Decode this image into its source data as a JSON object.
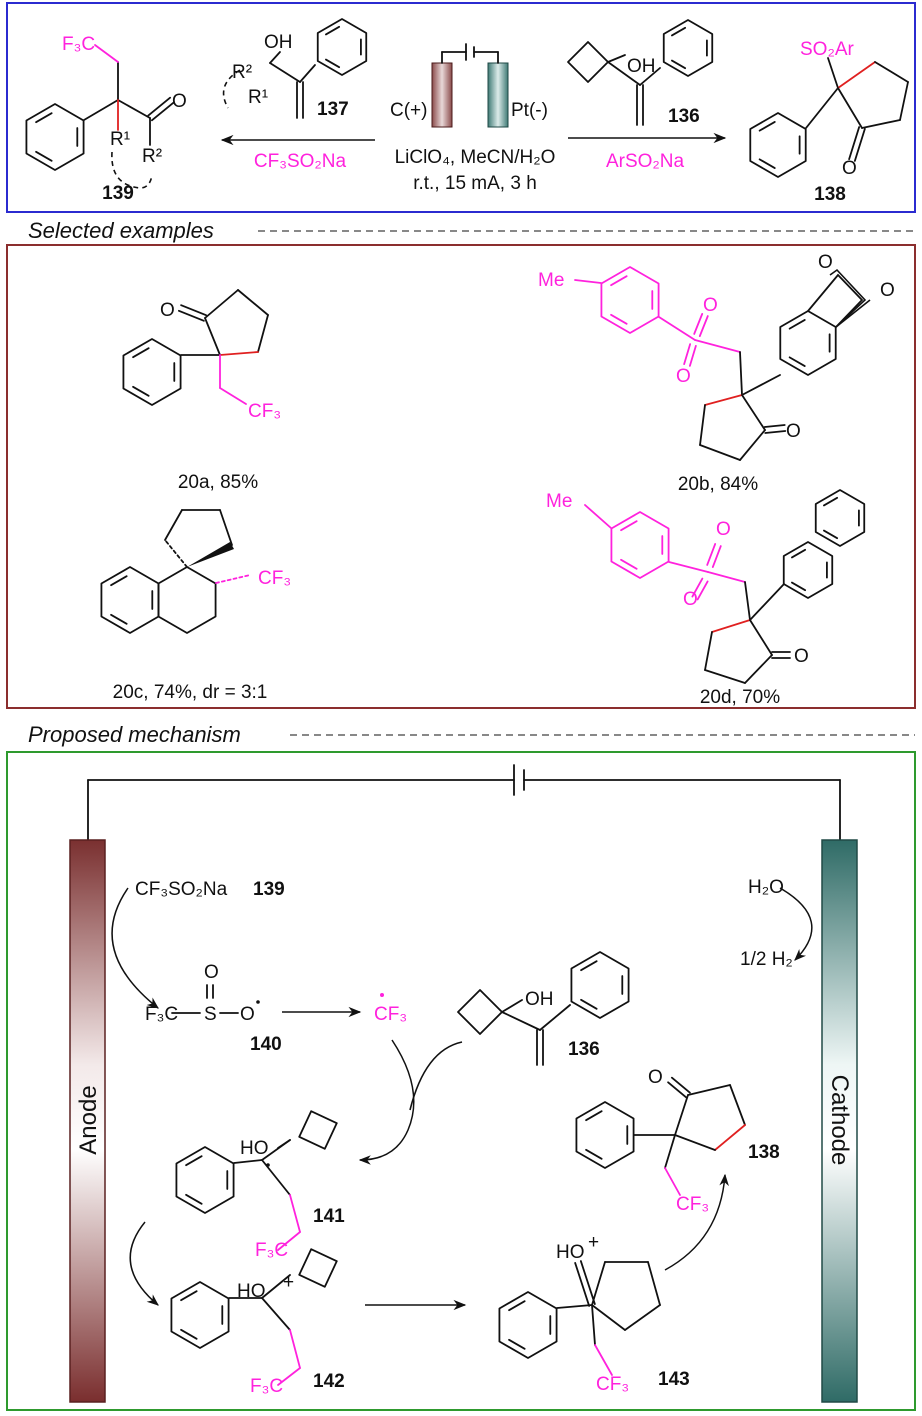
{
  "colors": {
    "scheme_border": "#2b2bd0",
    "examples_border": "#8b2e2e",
    "mechanism_border": "#2e9a2e",
    "cf3_pink": "#ff22dd",
    "red_bond": "#e02020",
    "anode": "#7a2e2e",
    "cathode": "#2e6e6a"
  },
  "scheme": {
    "product_left": {
      "label": "139",
      "cf3": "F₃C",
      "o": "O",
      "r1": "R¹",
      "r2": "R²"
    },
    "substrate_general": {
      "label": "137",
      "oh": "OH",
      "r1": "R¹",
      "r2": "R²"
    },
    "substrate_136": {
      "label": "136",
      "oh": "OH"
    },
    "product_right": {
      "label": "138",
      "so2ar": "SO₂Ar",
      "o": "O"
    },
    "anode_label": "C(+)",
    "cathode_label": "Pt(-)",
    "reagent_left": "CF₃SO₂Na",
    "reagent_right": "ArSO₂Na",
    "conditions_1": "LiClO₄, MeCN/H₂O",
    "conditions_2": "r.t., 15 mA, 3 h"
  },
  "examples": {
    "heading": "Selected examples",
    "items": [
      {
        "label": "20a, 85%",
        "cf3": "CF₃",
        "o": "O"
      },
      {
        "label": "20b, 84%",
        "me": "Me",
        "o1": "O",
        "o2": "O",
        "o3": "O",
        "o4": "O",
        "o5": "O"
      },
      {
        "label": "20c, 74%, dr = 3:1",
        "cf3": "CF₃"
      },
      {
        "label": "20d, 70%",
        "me": "Me",
        "o1": "O",
        "o2": "O",
        "o3": "O"
      }
    ]
  },
  "mechanism": {
    "heading": "Proposed mechanism",
    "anode": "Anode",
    "cathode": "Cathode",
    "reagent": "CF₃SO₂Na",
    "reagent_label": "139",
    "water": "H₂O",
    "hydrogen": "1/2 H₂",
    "int140": {
      "f3c": "F₃C",
      "s": "S",
      "o": "O",
      "o_top": "O",
      "label": "140"
    },
    "radical": "CF₃",
    "sub136": {
      "oh": "OH",
      "label": "136"
    },
    "int141": {
      "ho": "HO",
      "f3c": "F₃C",
      "label": "141"
    },
    "int142": {
      "ho": "HO",
      "f3c": "F₃C",
      "plus": "+",
      "label": "142"
    },
    "int143": {
      "ho": "HO",
      "plus": "+",
      "cf3": "CF₃",
      "label": "143"
    },
    "prod138": {
      "o": "O",
      "cf3": "CF₃",
      "label": "138"
    }
  }
}
